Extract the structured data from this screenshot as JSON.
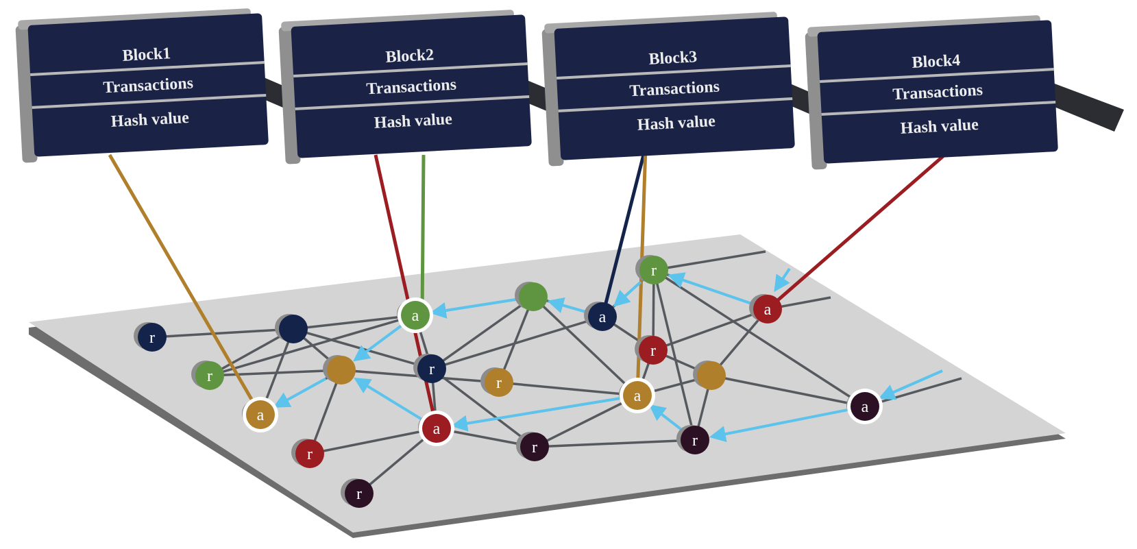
{
  "blocks": [
    {
      "title": "Block1",
      "transactions": "Transactions",
      "hash": "Hash value"
    },
    {
      "title": "Block2",
      "transactions": "Transactions",
      "hash": "Hash value"
    },
    {
      "title": "Block3",
      "transactions": "Transactions",
      "hash": "Hash value"
    },
    {
      "title": "Block4",
      "transactions": "Transactions",
      "hash": "Hash value"
    }
  ],
  "node_types": {
    "a": "a",
    "r": "r"
  },
  "colors": {
    "block_face": "#1a2345",
    "chain_link": "#2b2d33",
    "platform": "#d4d4d4",
    "edge": "#565a5f",
    "flow_arrow": "#5bc3ec",
    "navy": "#14234a",
    "green": "#5f9540",
    "gold": "#b07f2b",
    "red": "#9c1d21",
    "maroon": "#2c1124"
  },
  "nodes": [
    {
      "id": "n1",
      "label": "r",
      "color": "navy"
    },
    {
      "id": "n2",
      "label": "",
      "color": "navy"
    },
    {
      "id": "n3",
      "label": "a",
      "color": "green",
      "highlight": true
    },
    {
      "id": "n4",
      "label": "",
      "color": "green"
    },
    {
      "id": "n5",
      "label": "a",
      "color": "navy"
    },
    {
      "id": "n6",
      "label": "r",
      "color": "green"
    },
    {
      "id": "n7",
      "label": "a",
      "color": "red"
    },
    {
      "id": "n8",
      "label": "r",
      "color": "green"
    },
    {
      "id": "n9",
      "label": "",
      "color": "gold"
    },
    {
      "id": "n10",
      "label": "r",
      "color": "navy"
    },
    {
      "id": "n11",
      "label": "r",
      "color": "gold"
    },
    {
      "id": "n12",
      "label": "r",
      "color": "red"
    },
    {
      "id": "n13",
      "label": "",
      "color": "gold"
    },
    {
      "id": "n14",
      "label": "a",
      "color": "gold",
      "highlight": true
    },
    {
      "id": "n15",
      "label": "a",
      "color": "maroon",
      "highlight": true
    },
    {
      "id": "n16",
      "label": "a",
      "color": "gold",
      "highlight": true
    },
    {
      "id": "n17",
      "label": "a",
      "color": "red",
      "highlight": true
    },
    {
      "id": "n18",
      "label": "r",
      "color": "red"
    },
    {
      "id": "n19",
      "label": "r",
      "color": "maroon"
    },
    {
      "id": "n20",
      "label": "r",
      "color": "maroon"
    },
    {
      "id": "n21",
      "label": "r",
      "color": "maroon"
    }
  ],
  "edges": [
    [
      "n1",
      "n2"
    ],
    [
      "n2",
      "n3"
    ],
    [
      "n2",
      "n8"
    ],
    [
      "n2",
      "n16"
    ],
    [
      "n2",
      "n9"
    ],
    [
      "n2",
      "n10"
    ],
    [
      "n8",
      "n9"
    ],
    [
      "n8",
      "n3"
    ],
    [
      "n3",
      "n4"
    ],
    [
      "n3",
      "n10"
    ],
    [
      "n4",
      "n5"
    ],
    [
      "n4",
      "n10"
    ],
    [
      "n4",
      "n11"
    ],
    [
      "n4",
      "n14"
    ],
    [
      "n5",
      "n10"
    ],
    [
      "n5",
      "n6"
    ],
    [
      "n5",
      "n12"
    ],
    [
      "n6",
      "n12"
    ],
    [
      "n6",
      "n7"
    ],
    [
      "n6",
      "n15"
    ],
    [
      "n6",
      "n20"
    ],
    [
      "n7",
      "n12"
    ],
    [
      "n7",
      "n13"
    ],
    [
      "n9",
      "n11"
    ],
    [
      "n9",
      "n18"
    ],
    [
      "n9",
      "n16"
    ],
    [
      "n11",
      "n14"
    ],
    [
      "n10",
      "n17"
    ],
    [
      "n10",
      "n19"
    ],
    [
      "n17",
      "n18"
    ],
    [
      "n17",
      "n21"
    ],
    [
      "n17",
      "n19"
    ],
    [
      "n17",
      "n14"
    ],
    [
      "n19",
      "n14"
    ],
    [
      "n19",
      "n20"
    ],
    [
      "n14",
      "n20"
    ],
    [
      "n14",
      "n12"
    ],
    [
      "n14",
      "n13"
    ],
    [
      "n13",
      "n15"
    ],
    [
      "n13",
      "n20"
    ],
    [
      "n12",
      "n13"
    ]
  ],
  "flows": [
    [
      "n4",
      "n3"
    ],
    [
      "n5",
      "n4"
    ],
    [
      "n3",
      "n9"
    ],
    [
      "n9",
      "n16"
    ],
    [
      "n17",
      "n9"
    ],
    [
      "n14",
      "n17"
    ],
    [
      "n6",
      "n5"
    ],
    [
      "n7",
      "n6"
    ],
    [
      "n20",
      "n14"
    ],
    [
      "n15",
      "n20"
    ]
  ],
  "links": [
    {
      "block": 0,
      "node": "n16",
      "color": "gold"
    },
    {
      "block": 1,
      "node": "n17",
      "color": "red"
    },
    {
      "block": 1,
      "node": "n3",
      "color": "green"
    },
    {
      "block": 2,
      "node": "n5",
      "color": "navy"
    },
    {
      "block": 2,
      "node": "n14",
      "color": "gold"
    },
    {
      "block": 3,
      "node": "n7",
      "color": "red"
    }
  ]
}
